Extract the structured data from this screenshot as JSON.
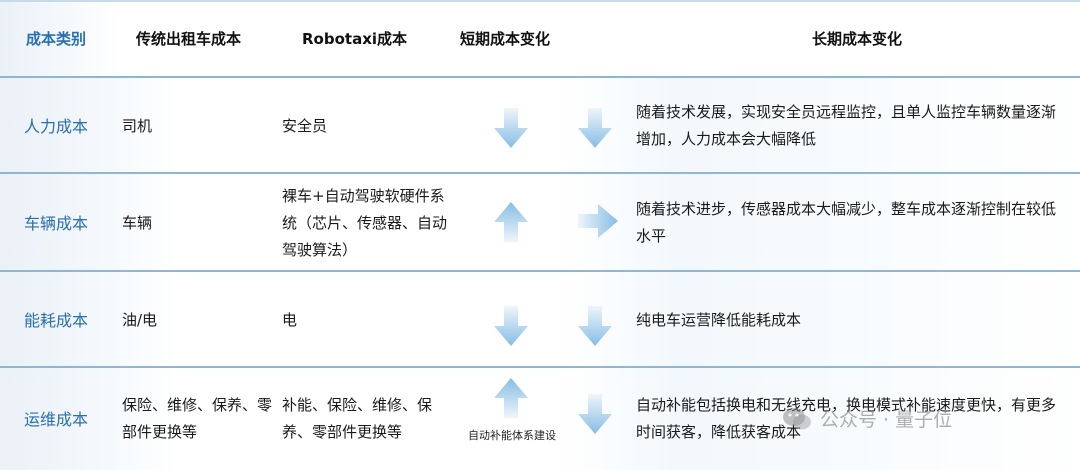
{
  "header": {
    "category": "成本类别",
    "traditional": "传统出租车成本",
    "robotaxi": "Robotaxi成本",
    "short_term": "短期成本变化",
    "long_term": "长期成本变化"
  },
  "rows": [
    {
      "category": "人力成本",
      "traditional": "司机",
      "robotaxi": "安全员",
      "short_term_direction": "down",
      "long_term_direction": "down",
      "long_term": "随着技术发展，实现安全员远程监控，且单人监控车辆数量逐渐增加，人力成本会大幅降低"
    },
    {
      "category": "车辆成本",
      "traditional": "车辆",
      "robotaxi": "裸车+自动驾驶软硬件系统（芯片、传感器、自动驾驶算法）",
      "short_term_direction": "up",
      "long_term_direction": "right",
      "long_term": "随着技术进步，传感器成本大幅减少，整车成本逐渐控制在较低水平"
    },
    {
      "category": "能耗成本",
      "traditional": "油/电",
      "robotaxi": "电",
      "short_term_direction": "down",
      "long_term_direction": "down",
      "long_term": "纯电车运营降低能耗成本"
    },
    {
      "category": "运维成本",
      "traditional": "保险、维修、保养、零部件更换等",
      "robotaxi": "补能、保险、维修、保养、零部件更换等",
      "short_term_direction": "up",
      "short_term_note": "自动补能体系建设",
      "long_term_direction": "down",
      "long_term": "自动补能包括换电和无线充电，换电模式补能速度更快，有更多时间获客，降低获客成本"
    }
  ],
  "watermark": "公众号 · 量子位",
  "colors": {
    "category_text": "#2a6fb0",
    "row_border": "#8fb6d3",
    "arrow_light": "#e6f1fa",
    "arrow_dark": "#8fc2e6"
  }
}
